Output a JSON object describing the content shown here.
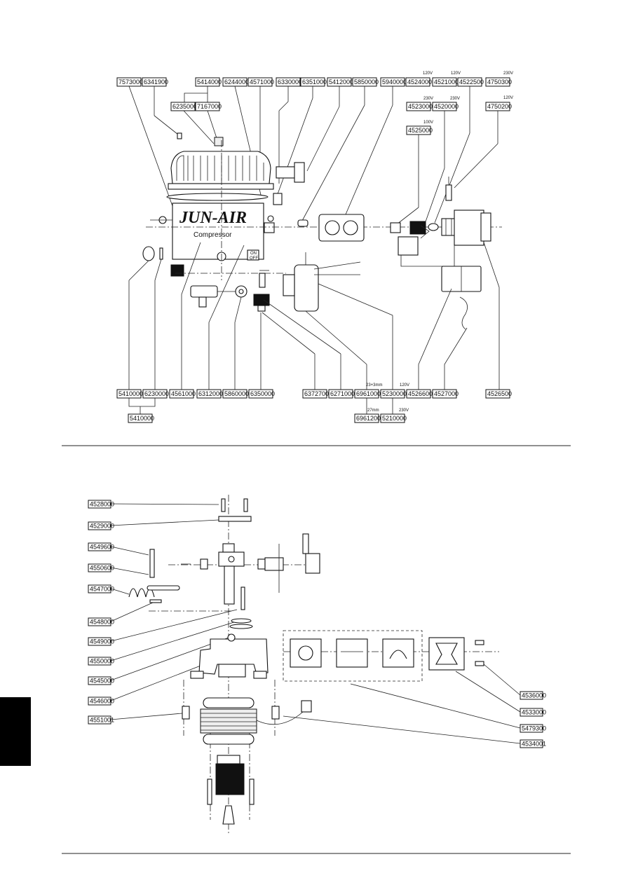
{
  "upper_diagram": {
    "brand": "JUN-AIR",
    "subtitle": "Compressor",
    "top_parts": [
      "7573000",
      "6341900",
      "5414000",
      "6244000",
      "4571000",
      "6330000",
      "6351000",
      "5412000",
      "5850000",
      "5940000",
      "4524000",
      "4521000",
      "4522500",
      "4750300"
    ],
    "second_row_parts": [
      "6235000",
      "7167000",
      "4523000",
      "4520000",
      "4750200"
    ],
    "third_row_parts": [
      "4525000"
    ],
    "bottom_parts": [
      "5410000",
      "6230000",
      "4561000",
      "6312000",
      "5860000",
      "6350000",
      "6372700",
      "6271000",
      "6961000",
      "5230000",
      "4526600",
      "4527000",
      "4526500"
    ],
    "bottom_second_row": [
      "6961200",
      "5210000"
    ],
    "group_label": "5410000",
    "voltages": {
      "v4524000": "120V",
      "v4521000": "120V",
      "v4750300": "230V",
      "v4523000": "230V",
      "v4520000": "230V",
      "v4750200": "120V",
      "v4525000": "100V",
      "v5230000": "120V",
      "v5210000": "230V"
    },
    "sizes": {
      "s6961000": "23+3mm",
      "s6961200": "27mm"
    },
    "switch_labels": [
      "ON",
      "OFF"
    ]
  },
  "lower_diagram": {
    "left_parts": [
      "4528000",
      "4529000",
      "4549600",
      "4550600",
      "4547000",
      "4548000",
      "4549000",
      "4550000",
      "4545000",
      "4546000",
      "4551001"
    ],
    "right_parts": [
      "4536000",
      "4533000",
      "5479300",
      "4534001"
    ]
  },
  "colors": {
    "ink": "#111111",
    "paper": "#ffffff",
    "tab": "#000000"
  }
}
